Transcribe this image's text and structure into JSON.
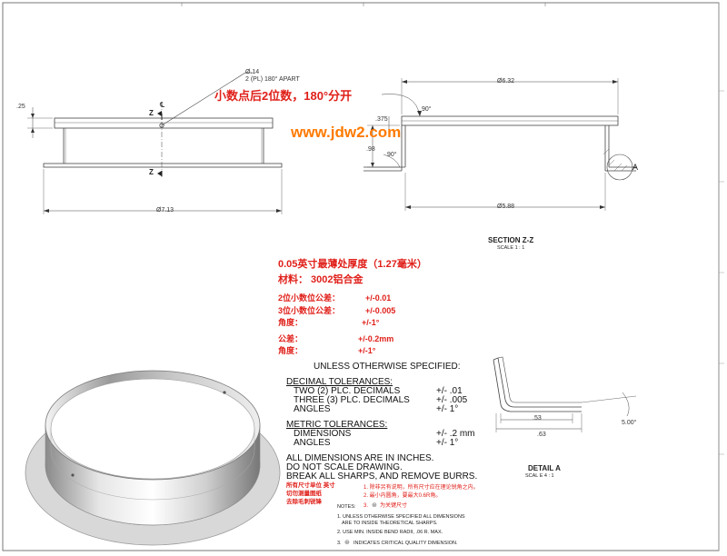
{
  "top_view": {
    "hole_dia": "Ø.14",
    "hole_note": "2 (PL) 180° APART",
    "flange_thickness": ".25",
    "outer_dia": "Ø7.13",
    "section_letter": "Z",
    "centerline": "℄"
  },
  "section_view": {
    "outer_dia": "Ø6.32",
    "inner_dia": "Ø5.88",
    "height": ".98",
    "lip": ".375",
    "angle_top": "90°",
    "angle_bottom": "90°",
    "detail_letter": "A",
    "title": "SECTION Z-Z",
    "scale": "SCALE 1 : 1"
  },
  "watermark": "www.jdw2.com",
  "cn_annotation": "小数点后2位数，180°分开",
  "cn_notes": {
    "thickness": "0.05英寸最薄处厚度（1.27毫米）",
    "material": "材料：  3002铝合金",
    "two_place_label": "2位小数位公差：",
    "two_place_value": "+/-0.01",
    "three_place_label": "3位小数位公差：",
    "three_place_value": "+/-0.005",
    "angle_label": "角度：",
    "angle_value": "+/-1°",
    "tol_label": "公差：",
    "tol_value": "+/-0.2mm",
    "angle2_label": "角度：",
    "angle2_value": "+/-1°"
  },
  "tolerances": {
    "header": "UNLESS OTHERWISE SPECIFIED:",
    "decimal_title": "DECIMAL TOLERANCES:",
    "two_place": "TWO (2) PLC. DECIMALS",
    "two_place_val": "+/- .01",
    "three_place": "THREE (3) PLC. DECIMALS",
    "three_place_val": "+/- .005",
    "angles": "ANGLES",
    "angles_val": "+/- 1°",
    "metric_title": "METRIC TOLERANCES:",
    "dimensions": "DIMENSIONS",
    "dimensions_val": "+/- .2 mm",
    "metric_angles": "ANGLES",
    "metric_angles_val": "+/- 1°",
    "inches": "ALL DIMENSIONS ARE IN INCHES.",
    "no_scale": "DO NOT SCALE DRAWING.",
    "break_sharps": "BREAK ALL SHARPS, AND REMOVE BURRS."
  },
  "cn_footer": {
    "line1": "所有尺寸单位 英寸",
    "line2": "切勿测量图纸",
    "line3": "去除毛刺锐锋"
  },
  "notes": {
    "title": "NOTES:",
    "n1_cn": "1. 除非另有说明，所有尺寸应在理论锐角之内。",
    "n2_cn": "2. 最小内圆角，要最大0.6R角。",
    "n3_cn": "为关键尺寸",
    "n1": "1. UNLESS OTHERWISE SPECIFIED ALL DIMENSIONS",
    "n1b": "ARE TO INSIDE THEORETICAL SHARPS.",
    "n2": "2. USE MIN. INSIDE BEND RADII, .06 R. MAX.",
    "n3": "INDICATES CRITICAL QUALITY DIMENSION."
  },
  "detail": {
    "dim1": ".53",
    "dim2": ".63",
    "angle": "5.00°",
    "title": "DETAIL A",
    "scale": "SCAL E 4 : 1"
  }
}
